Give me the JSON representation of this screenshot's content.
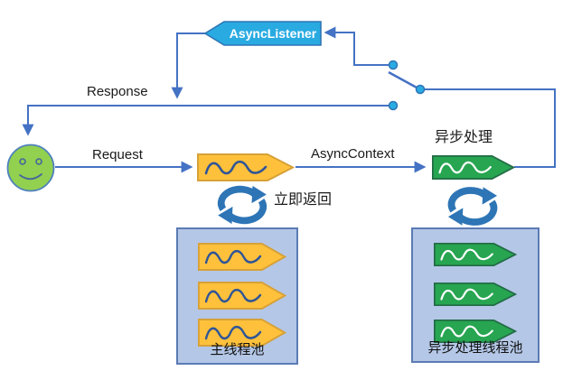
{
  "labels": {
    "async_listener": "AsyncListener",
    "response": "Response",
    "request": "Request",
    "async_context": "AsyncContext",
    "async_processing": "异步处理",
    "immediate_return": "立即返回",
    "main_thread_pool": "主线程池",
    "async_thread_pool": "异步处理线程池"
  },
  "colors": {
    "connector_blue": "#4472C4",
    "listener_fill": "#29ABE2",
    "listener_border": "#2E75B6",
    "servlet_orange_fill": "#FFC13B",
    "servlet_orange_border": "#D6A138",
    "wave_blue": "#2F5597",
    "async_green_fill": "#27A551",
    "async_green_border": "#226B45",
    "pool_panel_fill": "#B4C7E7",
    "pool_panel_border": "#5B7BB4",
    "cycle_icon_blue": "#2E75B6",
    "smiley_fill": "#92D050",
    "smiley_border": "#4E81BD",
    "switch_dot_fill": "#29ABE2",
    "text_color": "#1a1a1a"
  }
}
